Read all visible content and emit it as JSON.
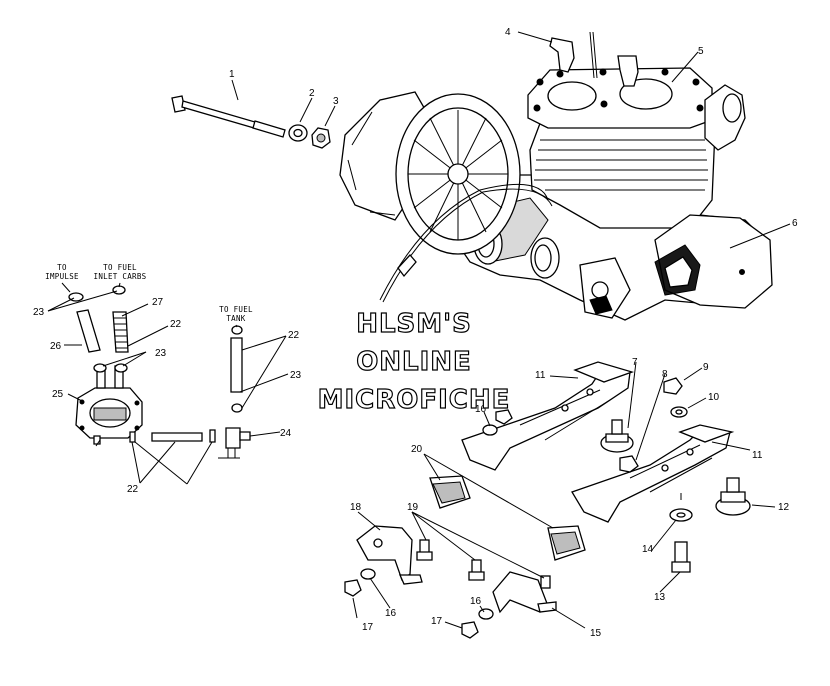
{
  "watermark": [
    "HLSM'S",
    "ONLINE",
    "MICROFICHE"
  ],
  "notes": {
    "to_impulse": [
      "TO",
      "IMPULSE"
    ],
    "to_carbs": [
      "TO FUEL",
      "INLET CARBS"
    ],
    "to_tank": [
      "TO FUEL",
      "TANK"
    ]
  },
  "callouts": {
    "n1": "1",
    "n2": "2",
    "n3": "3",
    "n4": "4",
    "n5": "5",
    "n6": "6",
    "n7": "7",
    "n8": "8",
    "n9": "9",
    "n10": "10",
    "n11a": "11",
    "n11b": "11",
    "n12": "12",
    "n13": "13",
    "n14": "14",
    "n15": "15",
    "n16a": "16",
    "n16b": "16",
    "n16c": "16",
    "n17a": "17",
    "n17b": "17",
    "n18": "18",
    "n19": "19",
    "n20": "20",
    "n22a": "22",
    "n22b": "22",
    "n22c": "22",
    "n23a": "23",
    "n23b": "23",
    "n23c": "23",
    "n24": "24",
    "n25": "25",
    "n26": "26",
    "n27": "27"
  }
}
